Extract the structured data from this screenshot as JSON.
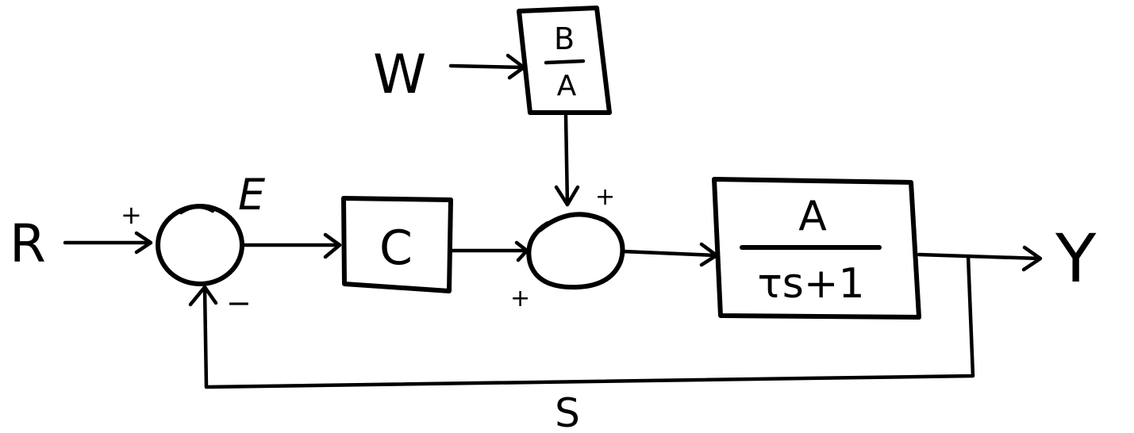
{
  "signals": {
    "reference": "R",
    "error": "E",
    "disturbance": "W",
    "output": "Y",
    "feedback": "S"
  },
  "blocks": {
    "controller": "C",
    "disturbance_gain": {
      "numerator": "B",
      "denominator": "A"
    },
    "plant": {
      "numerator": "A",
      "denominator": "τs+1"
    }
  },
  "summing_junctions": {
    "first": {
      "plus": "+",
      "minus": "−"
    },
    "second": {
      "plus_top": "+",
      "plus_left": "+"
    }
  }
}
